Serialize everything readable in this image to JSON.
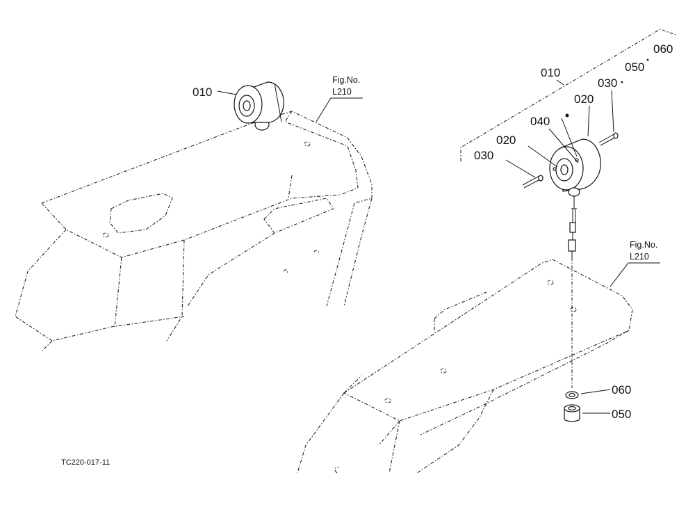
{
  "diagram": {
    "left_view": {
      "part_label": "010",
      "fig_ref_title": "Fig.No.",
      "fig_ref_number": "L210"
    },
    "right_view": {
      "labels": {
        "p010": "010",
        "p020_top": "020",
        "p020_left": "020",
        "p030_top": "030",
        "p030_left": "030",
        "p040": "040",
        "p050_group": "050",
        "p060_group": "060",
        "p060": "060",
        "p050": "050"
      },
      "fig_ref_title": "Fig.No.",
      "fig_ref_number": "L210"
    },
    "drawing_code": "TC220-017-11"
  }
}
